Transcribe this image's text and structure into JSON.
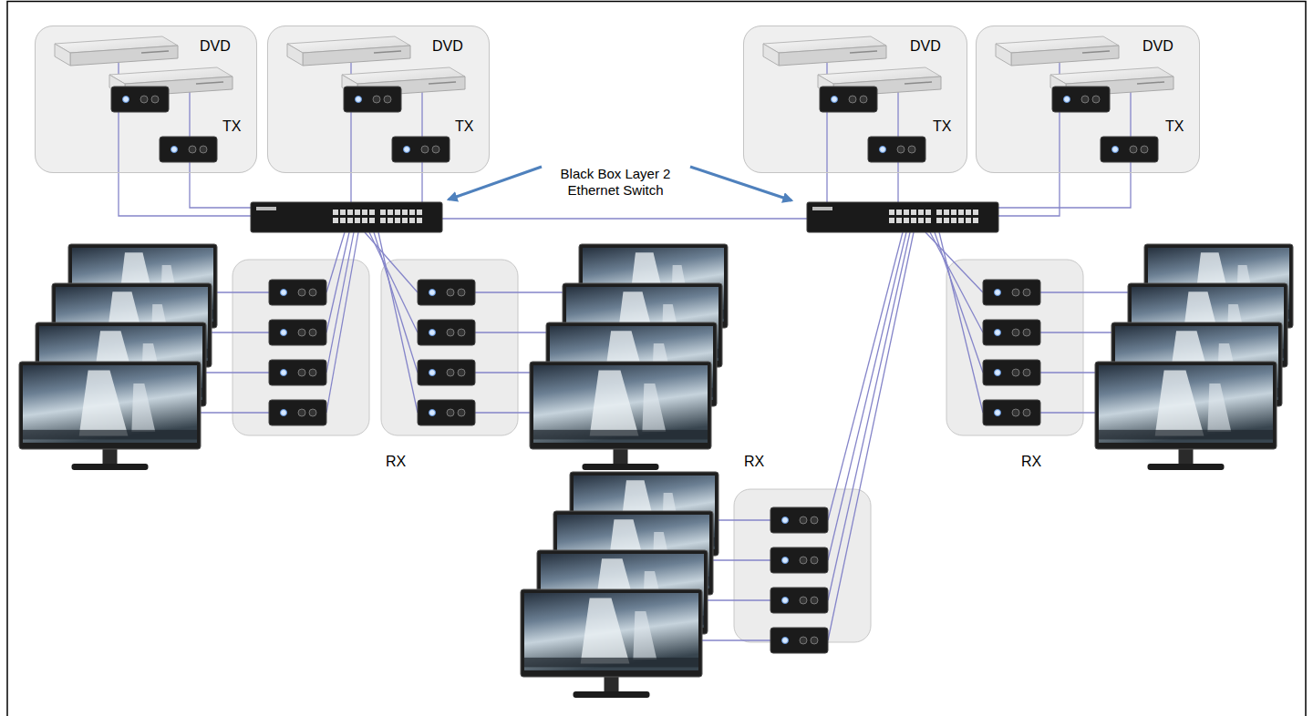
{
  "diagram": {
    "nodes": [
      {
        "text": [
          "DVD",
          "TX"
        ]
      },
      {
        "text": [
          "DVD",
          "TX"
        ]
      },
      {
        "text": [
          "DVD",
          "TX"
        ]
      },
      {
        "text": [
          "DVD",
          "TX"
        ]
      }
    ],
    "labels": [
      "Black Box Layer 2 Ethernet Switch",
      "RX",
      "RX",
      "RX"
    ]
  }
}
